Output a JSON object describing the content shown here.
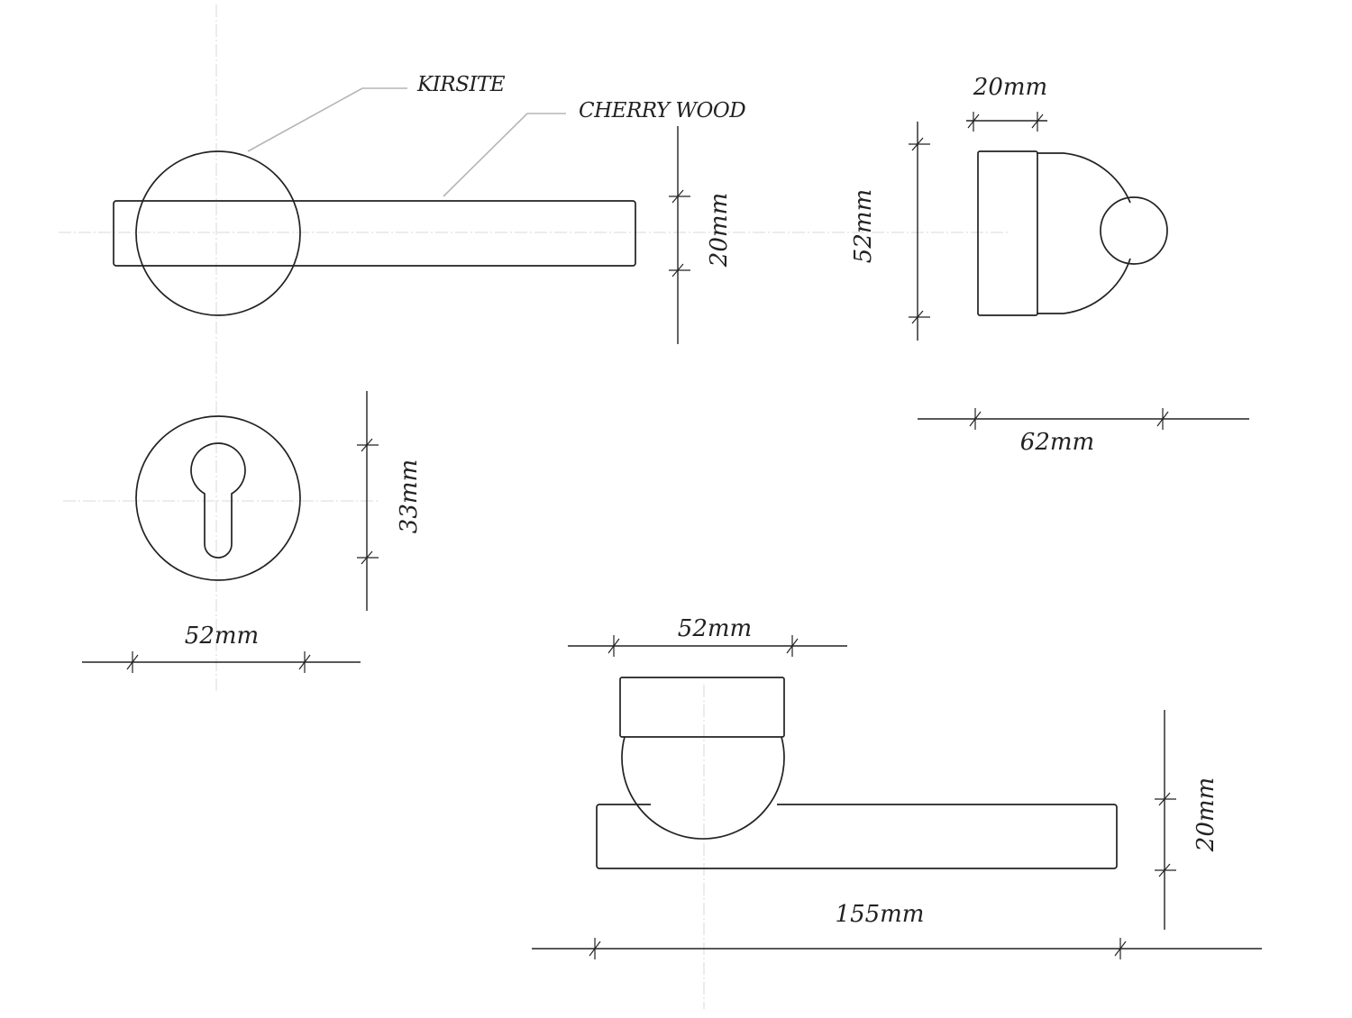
{
  "materials": {
    "kirsite": "KIRSITE",
    "cherry_wood": "CHERRY WOOD"
  },
  "dimensions": {
    "handle_side_thickness": "20mm",
    "side_view_bar_width": "20mm",
    "side_view_rose_height": "52mm",
    "side_view_projection": "62mm",
    "escutcheon_height": "33mm",
    "escutcheon_width": "52mm",
    "top_view_rose_width": "52mm",
    "top_view_thickness": "20mm",
    "lever_length": "155mm"
  },
  "colors": {
    "line": "#222222",
    "leader": "#b5b5b5",
    "centerline": "#d9d9d9"
  }
}
